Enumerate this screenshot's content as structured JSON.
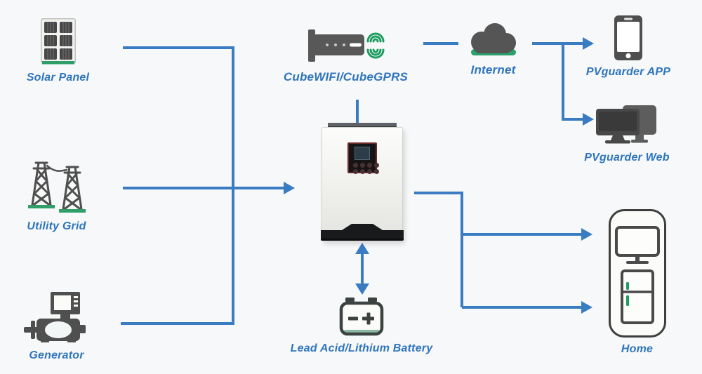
{
  "diagram": {
    "title_hint": "solar-inverter-system-diagram",
    "colors": {
      "accent_blue": "#3a7cc2",
      "label_blue": "#2e75bd",
      "icon_dark": "#4f4f4f",
      "icon_green": "#1f9d61",
      "background": "#f7f8f9"
    },
    "nodes": {
      "solar_panel": {
        "label": "Solar Panel"
      },
      "utility_grid": {
        "label": "Utility Grid"
      },
      "generator": {
        "label": "Generator"
      },
      "cube_wifi": {
        "label": "CubeWIFI/CubeGPRS"
      },
      "internet": {
        "label": "Internet"
      },
      "pvguarder_app": {
        "label": "PVguarder APP"
      },
      "pvguarder_web": {
        "label": "PVguarder Web"
      },
      "battery": {
        "label": "Lead Acid/Lithium Battery"
      },
      "home": {
        "label": "Home"
      }
    }
  }
}
